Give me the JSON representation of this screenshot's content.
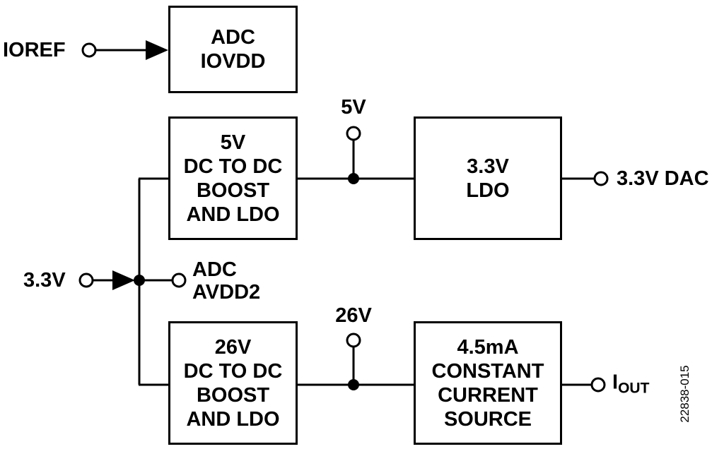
{
  "figure_number": "22838-015",
  "colors": {
    "line": "#000000",
    "background": "#ffffff",
    "text": "#000000"
  },
  "blocks": {
    "adc_iovdd": {
      "lines": [
        "ADC",
        "IOVDD"
      ]
    },
    "boost_5v": {
      "lines": [
        "5V",
        "DC TO DC",
        "BOOST",
        "AND LDO"
      ]
    },
    "ldo_3v3": {
      "lines": [
        "3.3V",
        "LDO"
      ]
    },
    "boost_26v": {
      "lines": [
        "26V",
        "DC TO DC",
        "BOOST",
        "AND LDO"
      ]
    },
    "current_source": {
      "lines": [
        "4.5mA",
        "CONSTANT",
        "CURRENT",
        "SOURCE"
      ]
    }
  },
  "labels": {
    "ioref": "IOREF",
    "supply_3v3": "3.3V",
    "adc_avdd2": {
      "lines": [
        "ADC",
        "AVDD2"
      ]
    },
    "rail_5v": "5V",
    "rail_26v": "26V",
    "output_dac": "3.3V DAC",
    "output_iout_main": "I",
    "output_iout_sub": "OUT"
  }
}
